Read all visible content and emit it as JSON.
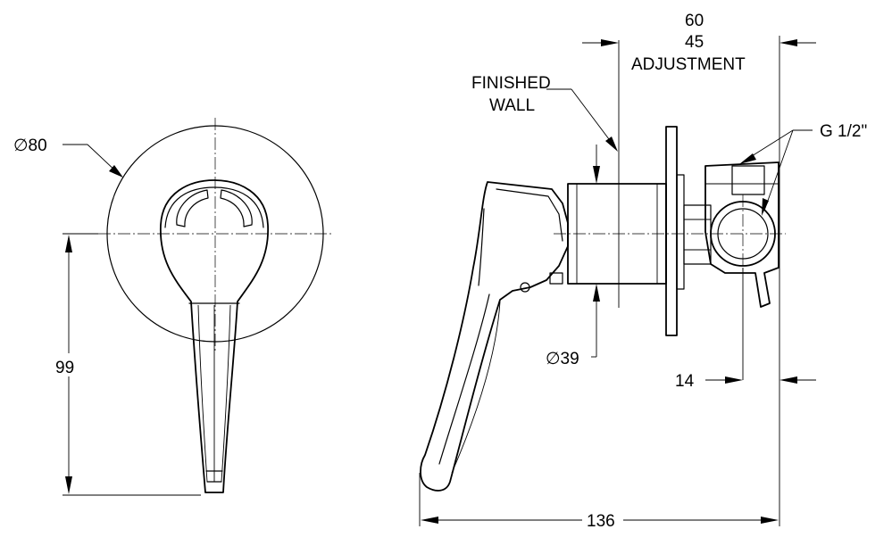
{
  "labels": {
    "diameter_plate": "∅80",
    "height": "99",
    "finished_wall_line1": "FINISHED",
    "finished_wall_line2": "WALL",
    "adjust_max": "60",
    "adjust_min": "45",
    "adjustment": "ADJUSTMENT",
    "thread": "G 1/2\"",
    "diameter_body": "∅39",
    "offset": "14",
    "overall_depth": "136"
  }
}
